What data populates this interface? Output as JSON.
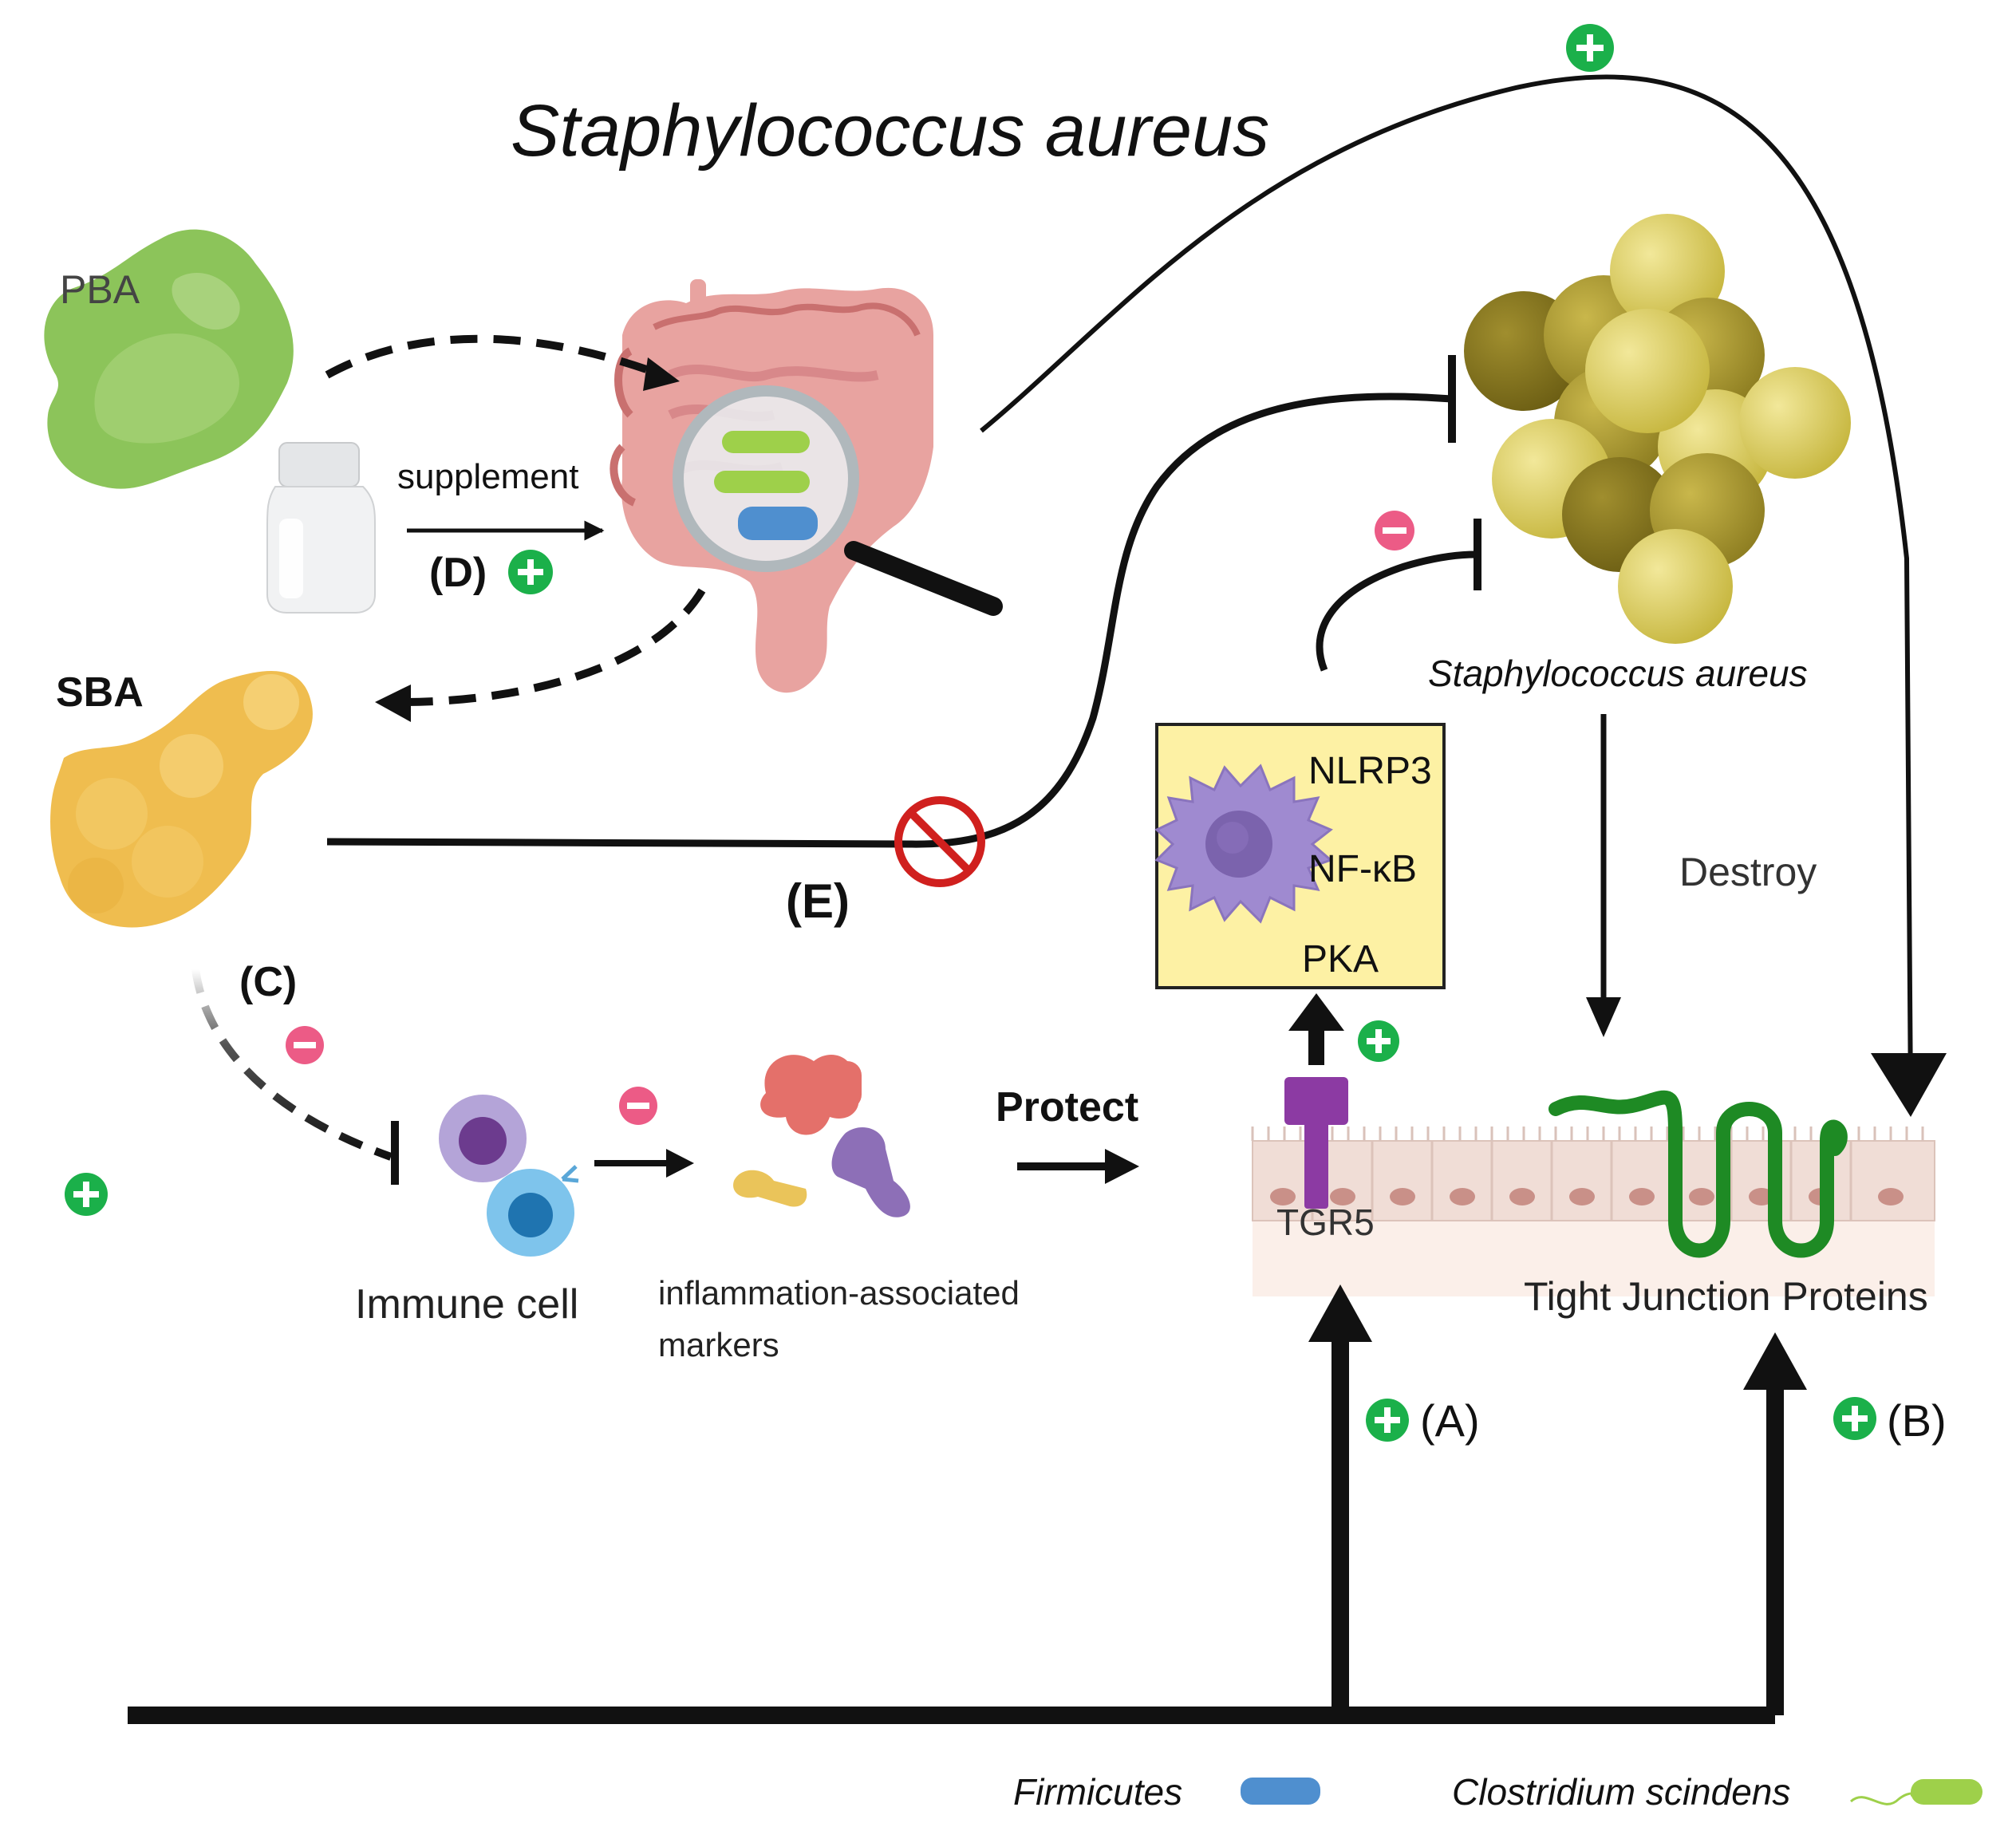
{
  "title": "Staphylococcus aureus",
  "nodes": {
    "pba": "PBA",
    "sba": "SBA",
    "supplement": "supplement",
    "staph": "Staphylococcus aureus",
    "destroy": "Destroy",
    "nlrp3": "NLRP3",
    "nfkb": "NF-κB",
    "pka": "PKA",
    "tgr5": "TGR5",
    "tight_junction": "Tight Junction Proteins",
    "immune_cell": "Immune cell",
    "inflammation_line1": "inflammation-associated",
    "inflammation_line2": "markers",
    "protect": "Protect"
  },
  "pathway_labels": {
    "a": "(A)",
    "b": "(B)",
    "c": "(C)",
    "d": "(D)",
    "e": "(E)"
  },
  "legend": {
    "firmicutes": "Firmicutes",
    "clostridium": "Clostridium scindens"
  },
  "colors": {
    "positive": "#1bb04a",
    "negative": "#ec5b86",
    "arrow": "#111111",
    "pba_green": "#8cc45a",
    "sba_yellow": "#efbd4f",
    "staph_dark": "#8e7e22",
    "staph_light": "#d6c95a",
    "box_fill": "#fdf1a4",
    "macrophage": "#9f8ad0",
    "tight_junction": "#1e8a24",
    "firmicutes_blue": "#4f8fcf",
    "clostridium_green": "#9ed04a",
    "forbidden_red": "#d0201e"
  },
  "icons": [
    "pba-blob-icon",
    "sba-blob-icon",
    "supplement-bottle-icon",
    "intestine-icon",
    "magnifier-icon",
    "staph-cluster-icon",
    "macrophage-icon",
    "tgr5-receptor-icon",
    "epithelium-icon",
    "tight-junction-icon",
    "immune-cell-icon",
    "inflammation-marker-icon",
    "forbidden-icon",
    "plus-sign-icon",
    "minus-sign-icon"
  ]
}
